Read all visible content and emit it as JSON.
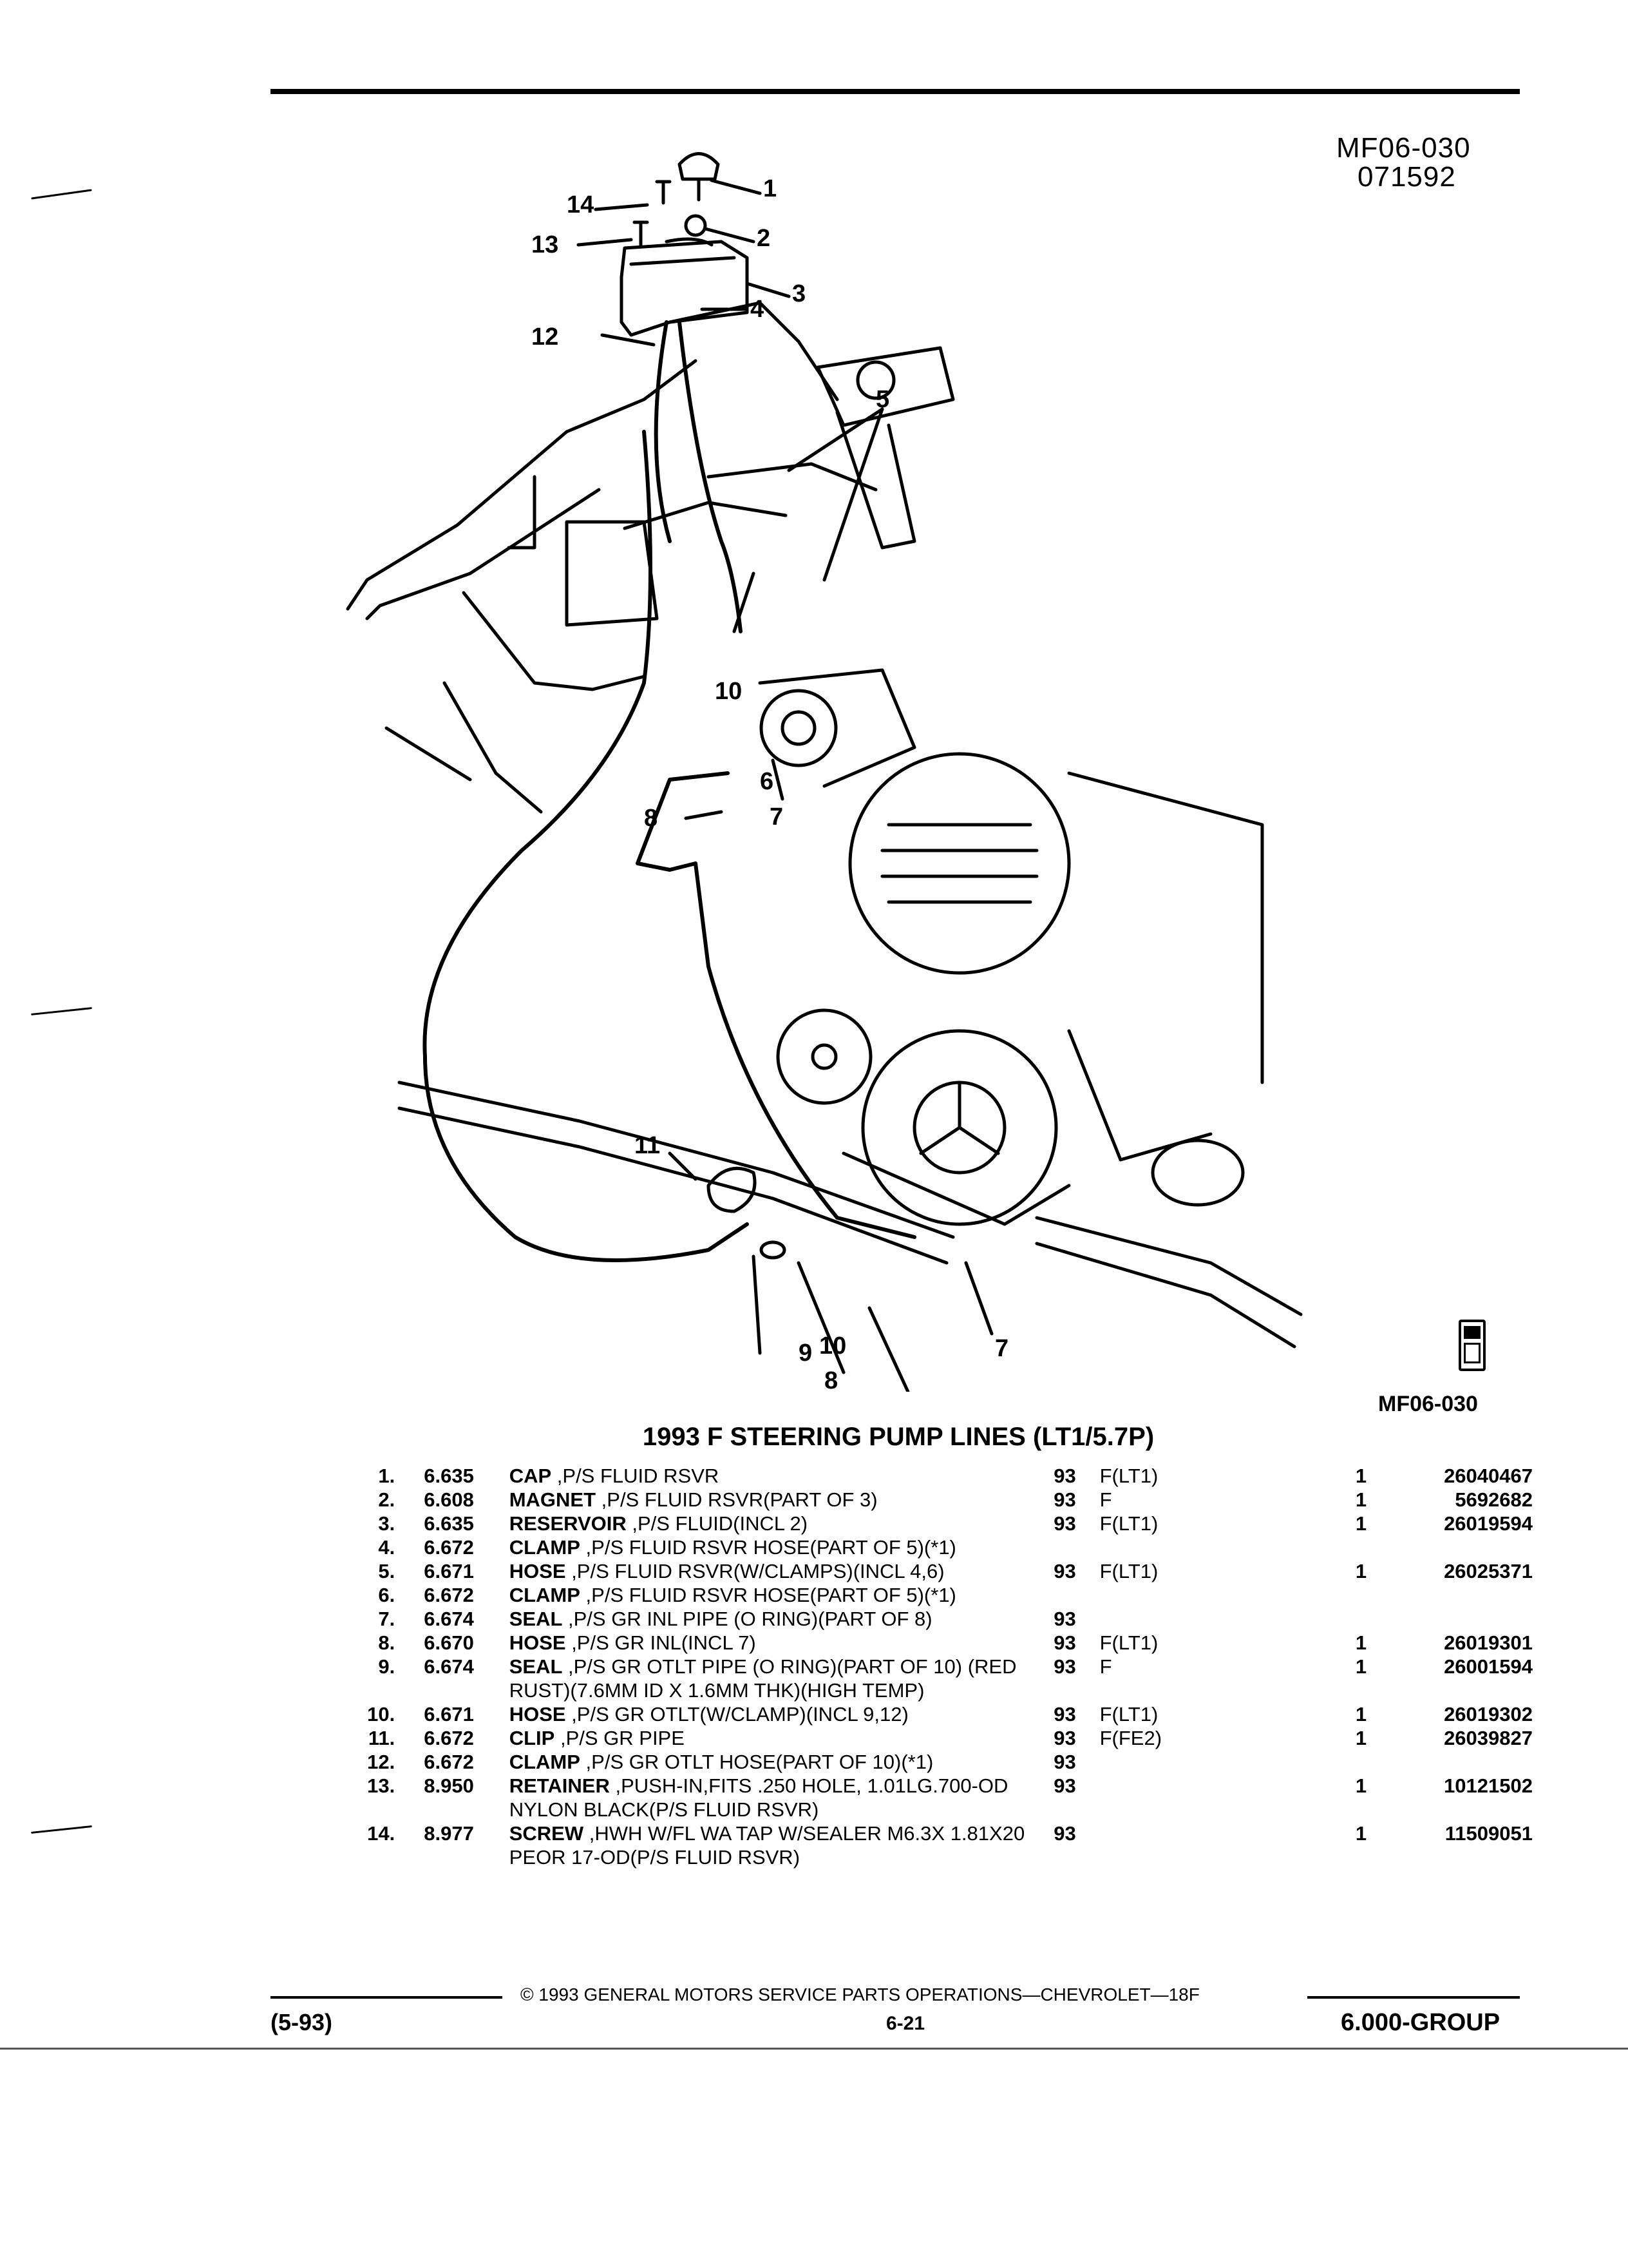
{
  "header": {
    "code": "MF06-030",
    "date": "071592"
  },
  "diagram": {
    "callouts": [
      "1",
      "2",
      "3",
      "4",
      "5",
      "6",
      "7",
      "8",
      "9",
      "10",
      "11",
      "12",
      "13",
      "14",
      "7",
      "8",
      "10"
    ],
    "bottom_code": "MF06-030"
  },
  "title": "1993 F STEERING PUMP LINES (LT1/5.7P)",
  "parts": [
    {
      "num": "1.",
      "group": "6.635",
      "name": "CAP",
      "desc": " ,P/S FLUID RSVR",
      "year": "93",
      "series": "F(LT1)",
      "qty": "1",
      "pn": "26040467"
    },
    {
      "num": "2.",
      "group": "6.608",
      "name": "MAGNET",
      "desc": " ,P/S FLUID RSVR(PART OF 3)",
      "year": "93",
      "series": "F",
      "qty": "1",
      "pn": "5692682"
    },
    {
      "num": "3.",
      "group": "6.635",
      "name": "RESERVOIR",
      "desc": " ,P/S FLUID(INCL 2)",
      "year": "93",
      "series": "F(LT1)",
      "qty": "1",
      "pn": "26019594"
    },
    {
      "num": "4.",
      "group": "6.672",
      "name": "CLAMP",
      "desc": " ,P/S FLUID RSVR HOSE(PART OF 5)(*1)",
      "year": "",
      "series": "",
      "qty": "",
      "pn": ""
    },
    {
      "num": "5.",
      "group": "6.671",
      "name": "HOSE",
      "desc": " ,P/S FLUID RSVR(W/CLAMPS)(INCL 4,6)",
      "year": "93",
      "series": "F(LT1)",
      "qty": "1",
      "pn": "26025371"
    },
    {
      "num": "6.",
      "group": "6.672",
      "name": "CLAMP",
      "desc": " ,P/S FLUID RSVR HOSE(PART OF 5)(*1)",
      "year": "",
      "series": "",
      "qty": "",
      "pn": ""
    },
    {
      "num": "7.",
      "group": "6.674",
      "name": "SEAL",
      "desc": " ,P/S GR INL PIPE (O RING)(PART OF 8)",
      "year": "93",
      "series": "",
      "qty": "",
      "pn": ""
    },
    {
      "num": "8.",
      "group": "6.670",
      "name": "HOSE",
      "desc": " ,P/S GR INL(INCL 7)",
      "year": "93",
      "series": "F(LT1)",
      "qty": "1",
      "pn": "26019301"
    },
    {
      "num": "9.",
      "group": "6.674",
      "name": "SEAL",
      "desc": " ,P/S GR OTLT PIPE (O RING)(PART OF 10) (RED RUST)(7.6MM ID X 1.6MM THK)(HIGH TEMP)",
      "year": "93",
      "series": "F",
      "qty": "1",
      "pn": "26001594"
    },
    {
      "num": "10.",
      "group": "6.671",
      "name": "HOSE",
      "desc": " ,P/S GR OTLT(W/CLAMP)(INCL 9,12)",
      "year": "93",
      "series": "F(LT1)",
      "qty": "1",
      "pn": "26019302"
    },
    {
      "num": "11.",
      "group": "6.672",
      "name": "CLIP",
      "desc": " ,P/S GR PIPE",
      "year": "93",
      "series": "F(FE2)",
      "qty": "1",
      "pn": "26039827"
    },
    {
      "num": "12.",
      "group": "6.672",
      "name": "CLAMP",
      "desc": " ,P/S GR OTLT HOSE(PART OF 10)(*1)",
      "year": "93",
      "series": "",
      "qty": "",
      "pn": ""
    },
    {
      "num": "13.",
      "group": "8.950",
      "name": "RETAINER",
      "desc": " ,PUSH-IN,FITS .250 HOLE, 1.01LG.700-OD NYLON BLACK(P/S FLUID RSVR)",
      "year": "93",
      "series": "",
      "qty": "1",
      "pn": "10121502"
    },
    {
      "num": "14.",
      "group": "8.977",
      "name": "SCREW",
      "desc": " ,HWH W/FL WA TAP W/SEALER M6.3X 1.81X20 PEOR 17-OD(P/S FLUID RSVR)",
      "year": "93",
      "series": "",
      "qty": "1",
      "pn": "11509051"
    }
  ],
  "footer": {
    "copyright": "© 1993 GENERAL MOTORS SERVICE PARTS OPERATIONS—CHEVROLET—18F",
    "date": "(5-93)",
    "page": "6-21",
    "group": "6.000-GROUP"
  }
}
